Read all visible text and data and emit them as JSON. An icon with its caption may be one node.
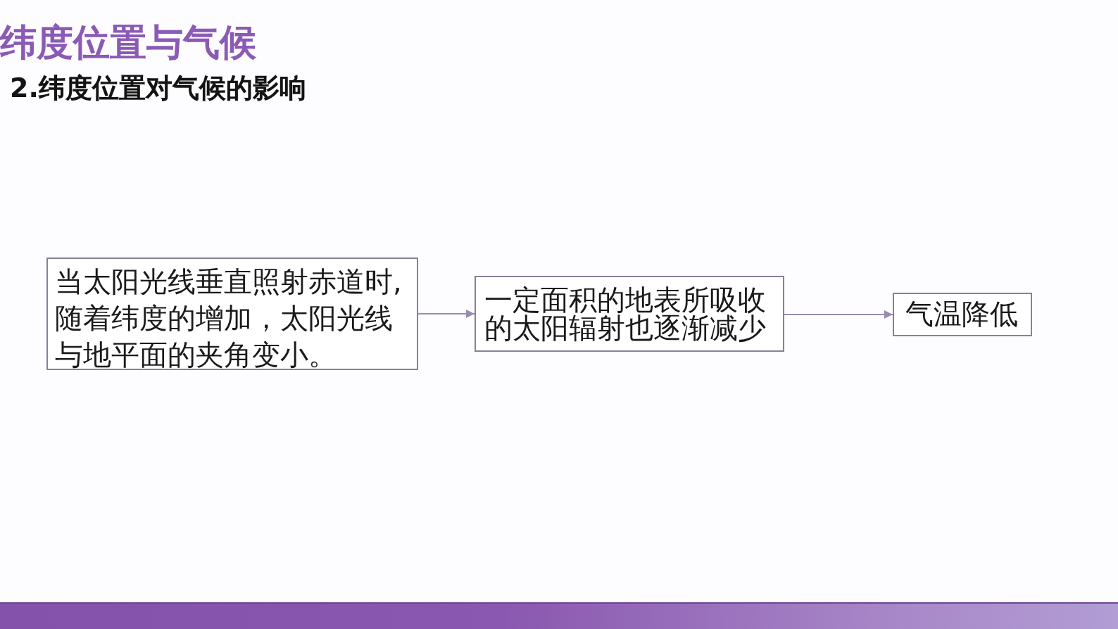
{
  "diagram": {
    "title": "纬度位置与气候",
    "nodes": [
      {
        "text": [
          "当太阳光线垂直照射赤道时,随着纬度的增加，太阳光线与地平面的夹角变小。"
        ]
      },
      {
        "text": [
          "一定面积的地表所吸收的太阳辐射也逐渐减少"
        ]
      },
      {
        "text": [
          "气温降低"
        ]
      }
    ],
    "edges": [
      {
        "from": 0,
        "to": 1,
        "arrow": "to"
      },
      {
        "from": 1,
        "to": 2,
        "arrow": "to"
      }
    ],
    "labels": [
      "2.纬度位置对气候的影响"
    ]
  }
}
